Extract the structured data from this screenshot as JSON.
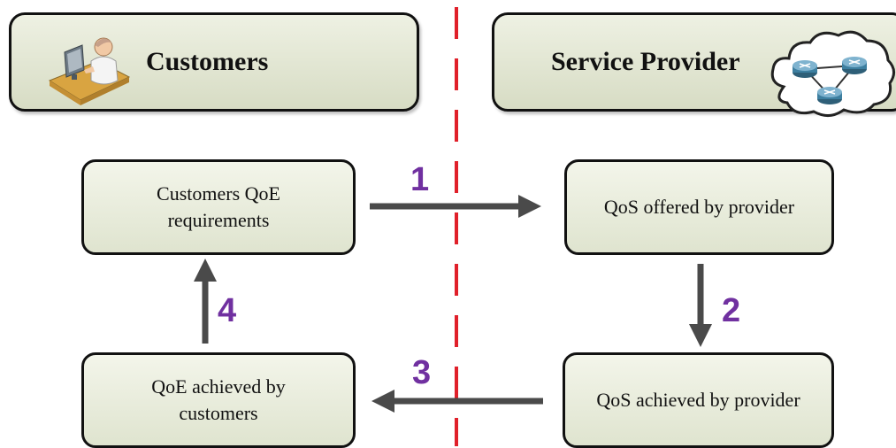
{
  "headers": {
    "customers": "Customers",
    "provider": "Service Provider"
  },
  "boxes": {
    "qoe_requirements": "Customers QoE requirements",
    "qos_offered": "QoS offered by provider",
    "qos_achieved": "QoS achieved by provider",
    "qoe_achieved": "QoE achieved by customers"
  },
  "steps": {
    "s1": "1",
    "s2": "2",
    "s3": "3",
    "s4": "4"
  },
  "colors": {
    "divider": "#e0202a",
    "arrow": "#4a4a4a",
    "step_number": "#7030a0",
    "box_fill": "#e6eadb"
  },
  "icons": {
    "customers": "person-at-computer-icon",
    "provider": "network-cloud-icon"
  }
}
